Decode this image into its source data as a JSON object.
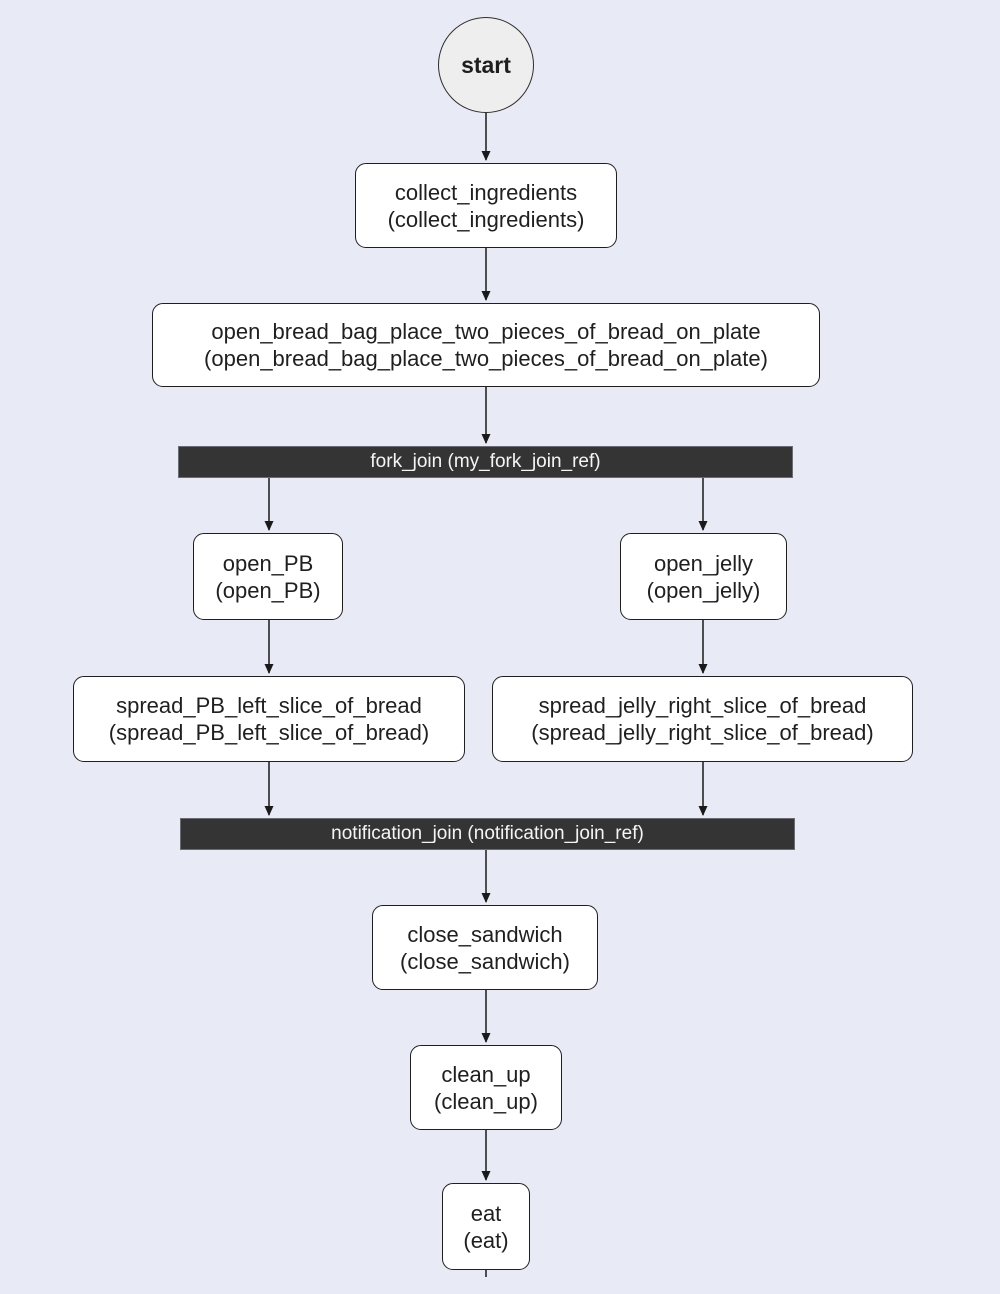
{
  "colors": {
    "background": "#e8eaf6",
    "node_fill": "#ffffff",
    "node_border": "#1f1f1f",
    "join_bar_fill": "#343434",
    "join_bar_text": "#f5f5f5",
    "start_fill": "#eeeeef",
    "edge": "#1a1a1a"
  },
  "start": {
    "label": "start"
  },
  "nodes": {
    "collect": {
      "line1": "collect_ingredients",
      "line2": "(collect_ingredients)"
    },
    "open_bread": {
      "line1": "open_bread_bag_place_two_pieces_of_bread_on_plate",
      "line2": "(open_bread_bag_place_two_pieces_of_bread_on_plate)"
    },
    "fork_join": {
      "label": "fork_join (my_fork_join_ref)"
    },
    "open_pb": {
      "line1": "open_PB",
      "line2": "(open_PB)"
    },
    "open_jelly": {
      "line1": "open_jelly",
      "line2": "(open_jelly)"
    },
    "spread_pb": {
      "line1": "spread_PB_left_slice_of_bread",
      "line2": "(spread_PB_left_slice_of_bread)"
    },
    "spread_jelly": {
      "line1": "spread_jelly_right_slice_of_bread",
      "line2": "(spread_jelly_right_slice_of_bread)"
    },
    "notification_join": {
      "label": "notification_join (notification_join_ref)"
    },
    "close_sandwich": {
      "line1": "close_sandwich",
      "line2": "(close_sandwich)"
    },
    "clean_up": {
      "line1": "clean_up",
      "line2": "(clean_up)"
    },
    "eat": {
      "line1": "eat",
      "line2": "(eat)"
    }
  }
}
